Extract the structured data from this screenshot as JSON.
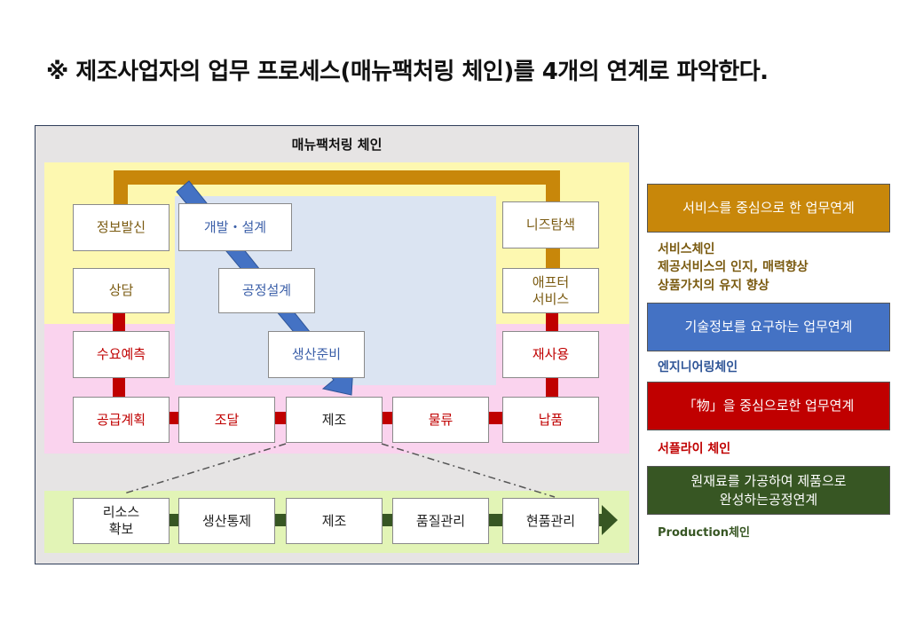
{
  "title": "※ 제조사업자의 업무 프로세스(매뉴팩처링 체인)를 4개의 연계로 파악한다.",
  "frame": {
    "title": "매뉴팩처링 체인"
  },
  "boxes": {
    "info": "정보발신",
    "consult": "상담",
    "devdesign": "개발・설계",
    "processdesign": "공정설계",
    "prodprep": "생산준비",
    "needs": "니즈탐색",
    "afterservice": "애프터\n서비스",
    "demand": "수요예측",
    "reuse": "재사용",
    "supplyplan": "공급계획",
    "procure": "조달",
    "manufacture": "제조",
    "logistics": "물류",
    "delivery": "납품",
    "resource": "리소스\n확보",
    "prodcontrol": "생산통제",
    "manufacture2": "제조",
    "quality": "품질관리",
    "siteman": "현품관리"
  },
  "legend": {
    "service": {
      "label": "서비스를 중심으로 한 업무연계",
      "color": "#c8870a",
      "note": "서비스체인\n제공서비스의 인지, 매력향상\n상품가치의 유지 향상"
    },
    "engineering": {
      "label": "기술정보를 요구하는 업무연계",
      "color": "#4472c4",
      "note": "엔지니어링체인"
    },
    "supply": {
      "label": "「物」을 중심으로한 업무연계",
      "color": "#c00000",
      "note": "서플라이 체인"
    },
    "production": {
      "label": "원재료를 가공하여 제품으로\n완성하는공정연계",
      "color": "#375623",
      "note": "Production체인"
    }
  },
  "colors": {
    "service_band": "#fdf8b0",
    "engineering_band": "#dbe4f2",
    "supply_band": "#fad3ee",
    "production_band": "#e2f4b6",
    "service_line": "#c8870a",
    "supply_line": "#c00000",
    "production_line": "#375623",
    "engineering_arrow": "#4472c4"
  }
}
